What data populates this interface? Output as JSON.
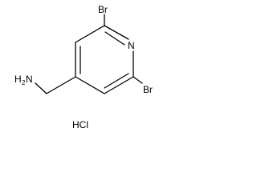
{
  "molecule": {
    "atoms": {
      "br_top": "Br",
      "nitrogen": "N",
      "br_bottom": "Br",
      "amine_h": "H",
      "amine_h_count": "2",
      "amine_n": "N"
    },
    "salt": "HCl"
  }
}
